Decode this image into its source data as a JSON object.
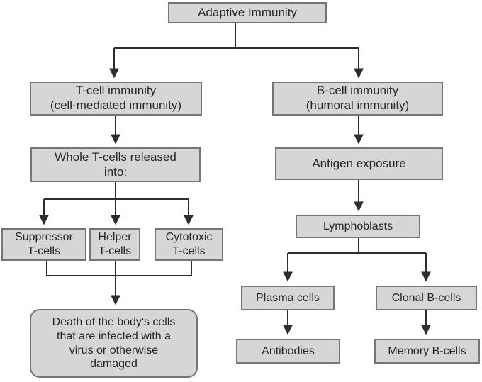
{
  "diagram": {
    "nodes": {
      "adaptive_immunity": {
        "label": "Adaptive Immunity"
      },
      "t_cell_immunity": {
        "label": "T-cell immunity\n(cell-mediated immunity)"
      },
      "b_cell_immunity": {
        "label": "B-cell immunity\n(humoral immunity)"
      },
      "whole_t_cells": {
        "label": "Whole T-cells released\ninto:"
      },
      "antigen_exposure": {
        "label": "Antigen exposure"
      },
      "suppressor_t_cells": {
        "label": "Suppressor\nT-cells"
      },
      "helper_t_cells": {
        "label": "Helper\nT-cells"
      },
      "cytotoxic_t_cells": {
        "label": "Cytotoxic\nT-cells"
      },
      "lymphoblasts": {
        "label": "Lymphoblasts"
      },
      "death_of_cells": {
        "label": "Death of the body's cells\nthat are infected with a\nvirus or otherwise\ndamaged"
      },
      "plasma_cells": {
        "label": "Plasma cells"
      },
      "clonal_b_cells": {
        "label": "Clonal B-cells"
      },
      "antibodies": {
        "label": "Antibodies"
      },
      "memory_b_cells": {
        "label": "Memory B-cells"
      }
    },
    "edges": [
      {
        "from": "adaptive_immunity",
        "to": "t_cell_immunity"
      },
      {
        "from": "adaptive_immunity",
        "to": "b_cell_immunity"
      },
      {
        "from": "t_cell_immunity",
        "to": "whole_t_cells"
      },
      {
        "from": "whole_t_cells",
        "to": "suppressor_t_cells"
      },
      {
        "from": "whole_t_cells",
        "to": "helper_t_cells"
      },
      {
        "from": "whole_t_cells",
        "to": "cytotoxic_t_cells"
      },
      {
        "from": "suppressor_t_cells",
        "to": "death_of_cells"
      },
      {
        "from": "helper_t_cells",
        "to": "death_of_cells"
      },
      {
        "from": "cytotoxic_t_cells",
        "to": "death_of_cells"
      },
      {
        "from": "b_cell_immunity",
        "to": "antigen_exposure"
      },
      {
        "from": "antigen_exposure",
        "to": "lymphoblasts"
      },
      {
        "from": "lymphoblasts",
        "to": "plasma_cells"
      },
      {
        "from": "lymphoblasts",
        "to": "clonal_b_cells"
      },
      {
        "from": "plasma_cells",
        "to": "antibodies"
      },
      {
        "from": "clonal_b_cells",
        "to": "memory_b_cells"
      }
    ],
    "colors": {
      "background": "#ffffff",
      "box_fill": "#d6d6d6",
      "box_border": "#757575",
      "line": "#2d2d2d",
      "text": "#262626"
    }
  }
}
